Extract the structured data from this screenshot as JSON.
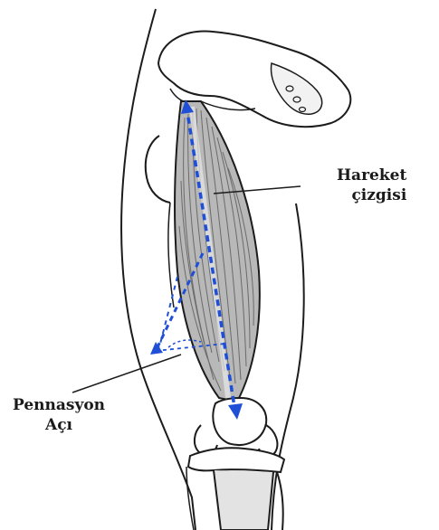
{
  "labels": {
    "line_of_action": [
      "Hareket",
      "çizgisi"
    ],
    "pennation_angle": [
      "Pennasyon",
      "Açı"
    ]
  },
  "colors": {
    "outline": "#1c1c1c",
    "muscle_fill": "#b8b8b8",
    "muscle_fiber": "#6a6a6a",
    "bone_fill": "#ffffff",
    "cartilage_fill": "#e3e3e3",
    "arrow": "#1f4fd6",
    "leader": "#1c1c1c"
  },
  "icons": {
    "direction_marker": "arrowhead"
  }
}
